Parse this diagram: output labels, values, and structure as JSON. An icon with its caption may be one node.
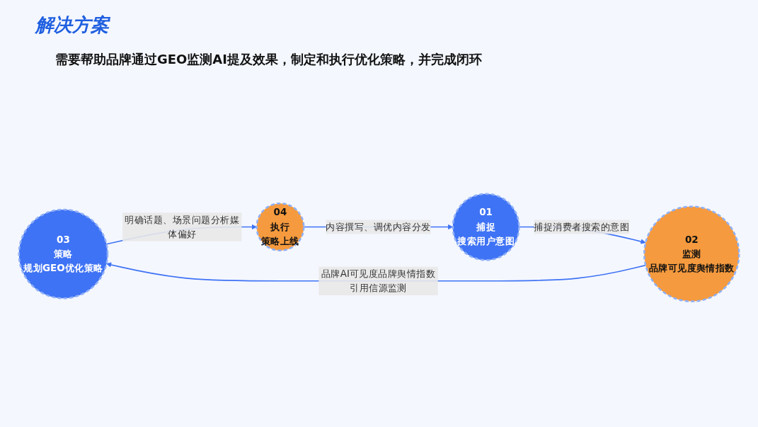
{
  "diagram": {
    "title": "解决方案",
    "nodes": [
      {
        "text": [
          "03",
          "策略",
          "规划GEO优化策略"
        ]
      },
      {
        "text": [
          "02",
          "监测",
          "品牌可见度舆情指数"
        ]
      },
      {
        "text": [
          "04",
          "执行",
          "策略上线"
        ]
      },
      {
        "text": [
          "01",
          "捕捉",
          "搜索用户意图"
        ]
      }
    ],
    "edges": [
      {
        "from": 1,
        "to": 0,
        "arrow": "to",
        "label": "品牌AI可见度品牌舆情指数引用信源监测"
      },
      {
        "from": 0,
        "to": 2,
        "arrow": "to",
        "label": "明确话题、场景问题分析媒体偏好"
      },
      {
        "from": 2,
        "to": 3,
        "arrow": "to",
        "label": "内容撰写、调优内容分发"
      },
      {
        "from": 3,
        "to": 1,
        "arrow": "to",
        "label": "捕捉消费者搜索的意图"
      }
    ],
    "labels": [
      "需要帮助品牌通过GEO监测AI提及效果，制定和执行优化策略，并完成闭环"
    ]
  }
}
